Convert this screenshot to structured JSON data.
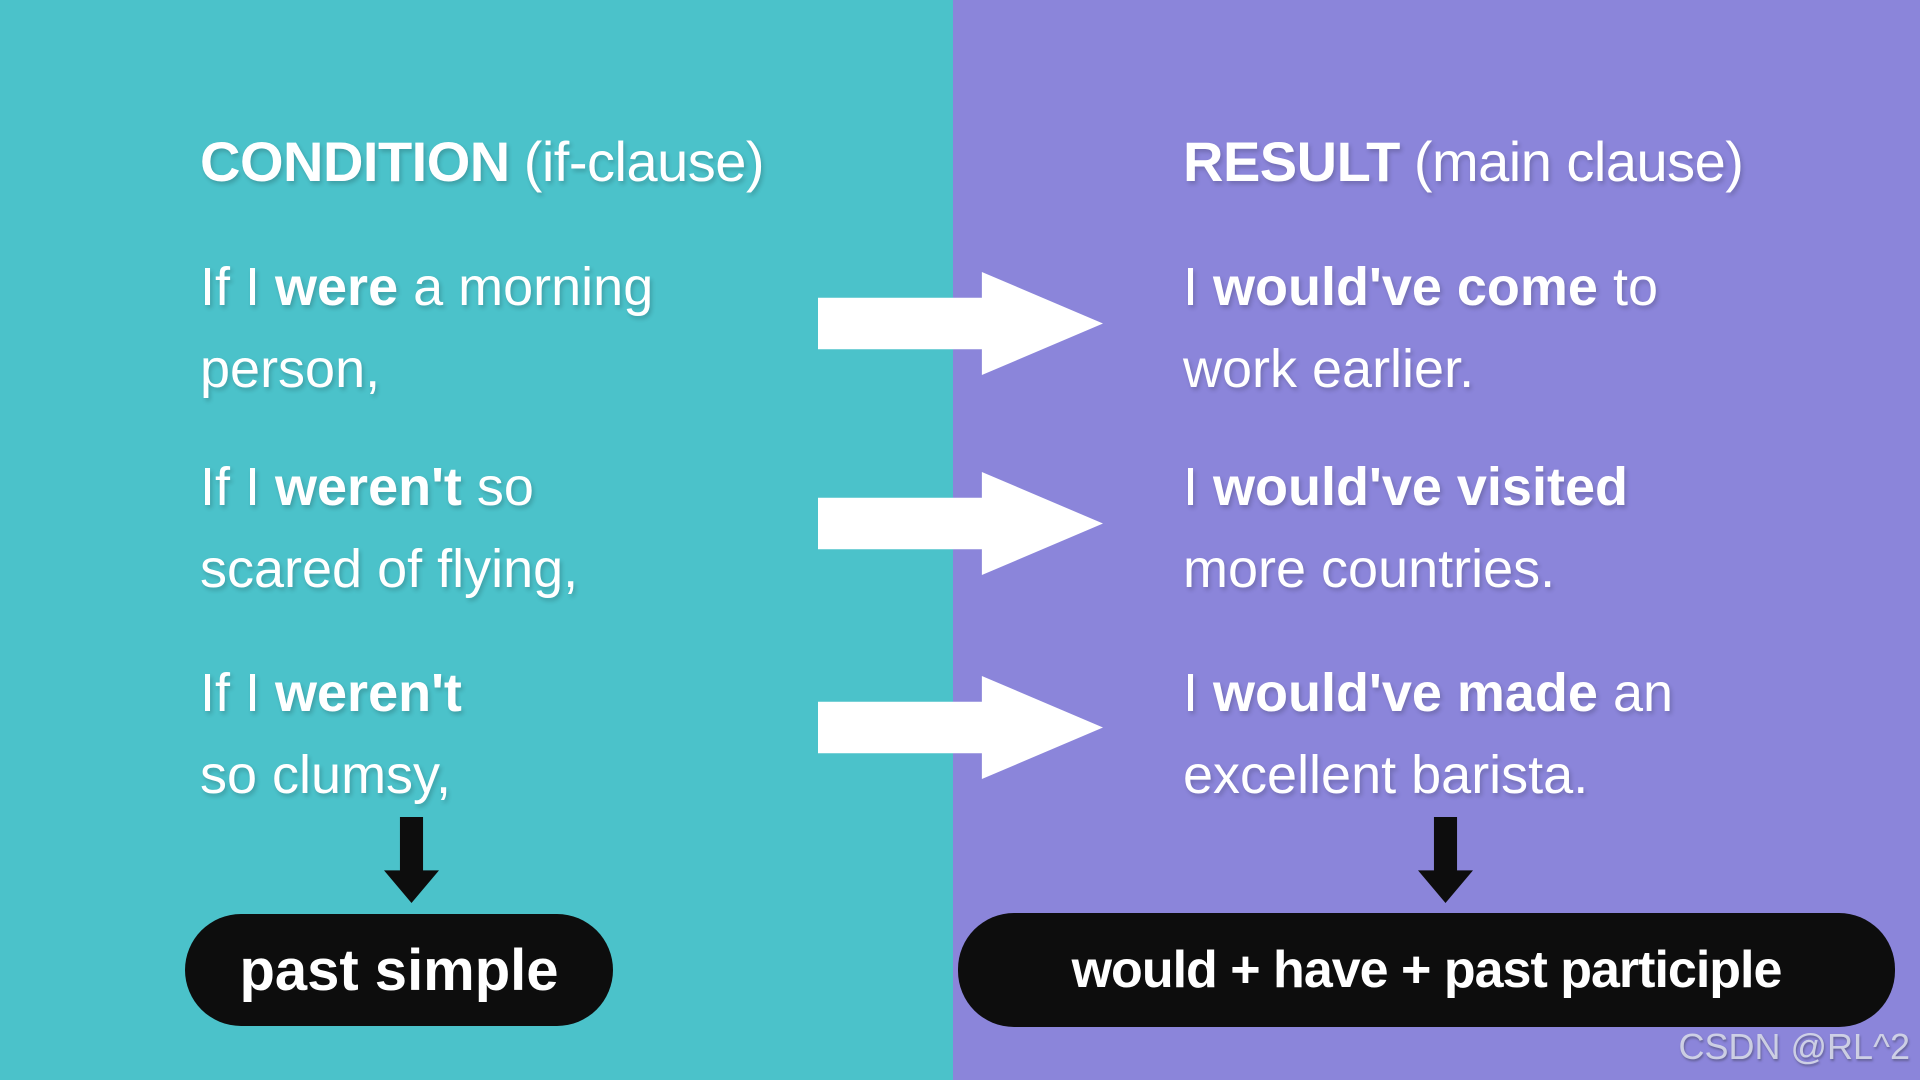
{
  "colors": {
    "left_bg": "#4bc2ca",
    "right_bg": "#8b85da",
    "pill_bg": "#0d0d0d",
    "text": "#ffffff"
  },
  "left": {
    "header": {
      "bold": "CONDITION",
      "rest": "(if-clause)"
    },
    "rows": [
      {
        "line1": {
          "pre": "If I ",
          "bold": "were",
          "post": " a morning"
        },
        "line2": "person,"
      },
      {
        "line1": {
          "pre": "If I ",
          "bold": "weren't",
          "post": " so"
        },
        "line2": "scared of flying,"
      },
      {
        "line1": {
          "pre": "If I ",
          "bold": "weren't",
          "post": ""
        },
        "line2": "so clumsy,"
      }
    ],
    "tag": "past simple"
  },
  "right": {
    "header": {
      "bold": "RESULT",
      "rest": "(main clause)"
    },
    "rows": [
      {
        "line1": {
          "pre": "I ",
          "bold": "would've come",
          "post": " to"
        },
        "line2": "work earlier."
      },
      {
        "line1": {
          "pre": "I ",
          "bold": "would've visited",
          "post": ""
        },
        "line2": "more countries."
      },
      {
        "line1": {
          "pre": "I ",
          "bold": "would've made",
          "post": " an"
        },
        "line2": "excellent barista."
      }
    ],
    "tag": "would + have + past participle"
  },
  "watermark": "CSDN @RL^2"
}
